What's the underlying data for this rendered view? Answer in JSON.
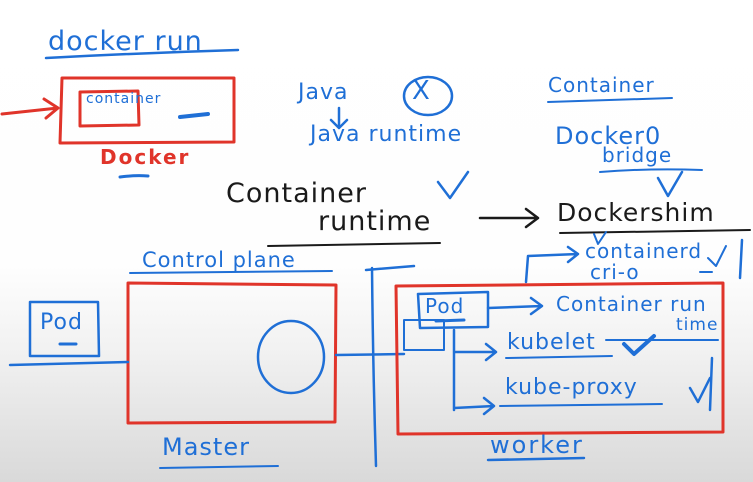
{
  "colors": {
    "blue_ink": "#1f6fd6",
    "red_ink": "#e0342a",
    "black_ink": "#1a1a1a",
    "board_background": "#ffffff"
  },
  "labels": {
    "docker_run": "docker run",
    "container_small": "container",
    "docker_red": "Docker",
    "java": "Java",
    "x_mark": "X",
    "java_runtime": "Java runtime",
    "container_top": "Container",
    "docker0": "Docker0",
    "bridge": "bridge",
    "container_runtime_line1": "Container",
    "container_runtime_line2": "runtime",
    "dockershim": "Dockershim",
    "control_plane": "Control plane",
    "containerd": "containerd",
    "crio": "cri-o",
    "pod_left": "Pod",
    "pod_worker": "Pod",
    "container_run": "Container run",
    "time": "time",
    "kubelet": "kubelet",
    "kube_proxy": "kube-proxy",
    "master": "Master",
    "worker": "worker"
  }
}
